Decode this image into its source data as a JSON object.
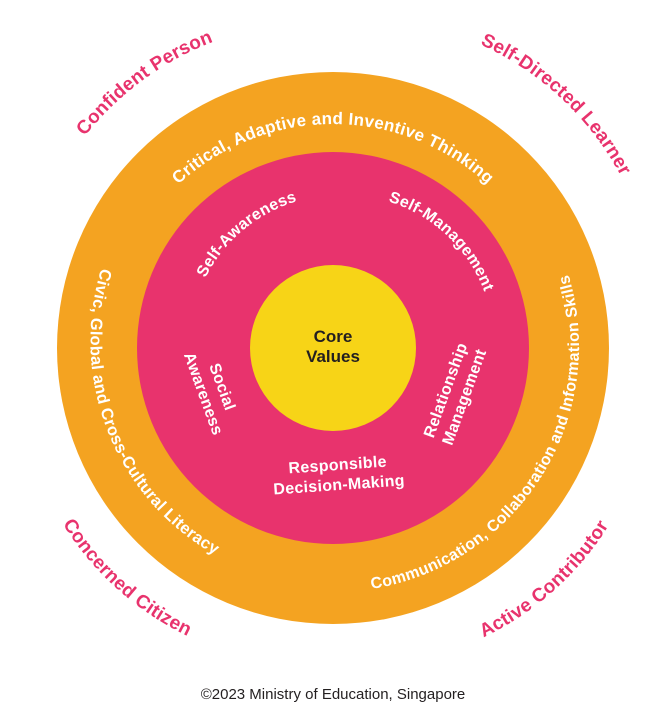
{
  "diagram": {
    "outcomes": {
      "top_left": "Confident Person",
      "top_right": "Self-Directed Learner",
      "bottom_left": "Concerned Citizen",
      "bottom_right": "Active Contributor"
    },
    "outer_ring": {
      "top": "Critical, Adaptive and Inventive Thinking",
      "left": "Civic, Global and Cross-Cultural Literacy",
      "right": "Communication, Collaboration and Information Skills"
    },
    "middle_ring": {
      "self_awareness": "Self-Awareness",
      "self_management": "Self-Management",
      "social_awareness_1": "Social",
      "social_awareness_2": "Awareness",
      "relationship_1": "Relationship",
      "relationship_2": "Management",
      "decision_1": "Responsible",
      "decision_2": "Decision-Making"
    },
    "center": {
      "line1": "Core",
      "line2": "Values"
    },
    "copyright": "©2023 Ministry of Education, Singapore"
  },
  "colors": {
    "outer_ring": "#f4a321",
    "middle_ring": "#e8336d",
    "core": "#f7d417",
    "outcome_text": "#e8336d",
    "ring_text": "#ffffff",
    "core_text": "#231f20"
  }
}
